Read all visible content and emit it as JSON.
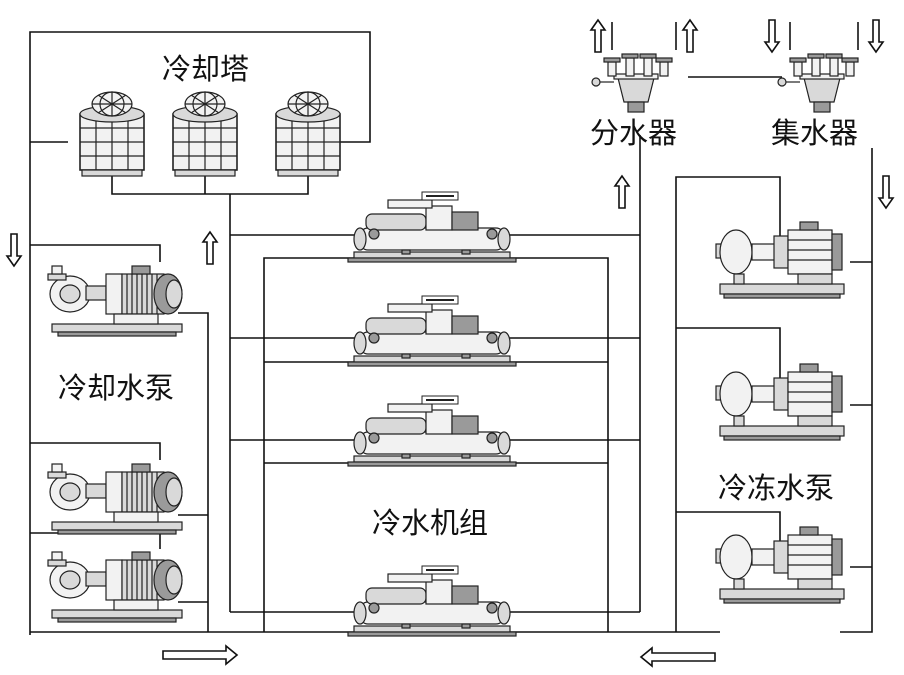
{
  "labels": {
    "cooling_tower": "冷却塔",
    "cooling_pump": "冷却水泵",
    "chiller_unit": "冷水机组",
    "chilled_pump": "冷冻水泵",
    "distributor": "分水器",
    "collector": "集水器"
  },
  "icons": {
    "tower": "cooling-tower-icon",
    "pump": "centrifugal-pump-icon",
    "chiller": "water-chiller-icon",
    "header": "water-header-icon",
    "arrow": "flow-arrow-icon"
  },
  "colors": {
    "line": "#111111",
    "background": "#ffffff"
  }
}
